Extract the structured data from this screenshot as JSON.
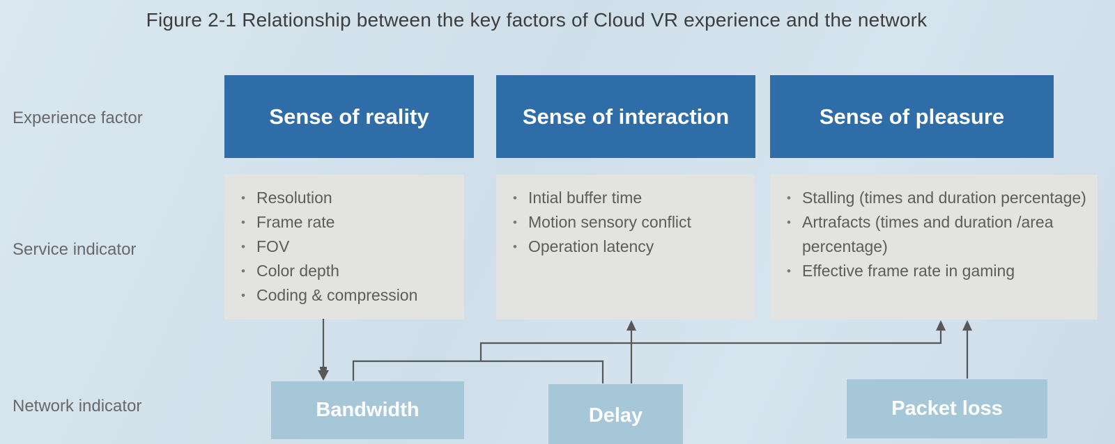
{
  "title": "Figure 2-1 Relationship between the key factors of Cloud VR experience and the network",
  "row_labels": {
    "experience": "Experience factor",
    "service": "Service indicator",
    "network": "Network indicator"
  },
  "columns": [
    {
      "experience_factor": "Sense of reality",
      "service_indicators": [
        "Resolution",
        "Frame rate",
        "FOV",
        "Color depth",
        "Coding & compression"
      ]
    },
    {
      "experience_factor": "Sense of interaction",
      "service_indicators": [
        "Intial buffer time",
        "Motion sensory conflict",
        "Operation latency"
      ]
    },
    {
      "experience_factor": "Sense of pleasure",
      "service_indicators": [
        "Stalling (times and duration percentage)",
        "Artrafacts (times and duration /area percentage)",
        "Effective frame rate in gaming"
      ]
    }
  ],
  "network_indicators": [
    "Bandwidth",
    "Delay",
    "Packet loss"
  ],
  "colors": {
    "background": "#d2e0ea",
    "experience_box": "#2e6da7",
    "service_box": "#e3e3e1",
    "network_box": "#a6c7d8",
    "arrow": "#575757",
    "header_text": "#ffffff",
    "body_text": "#5c5c5c"
  }
}
